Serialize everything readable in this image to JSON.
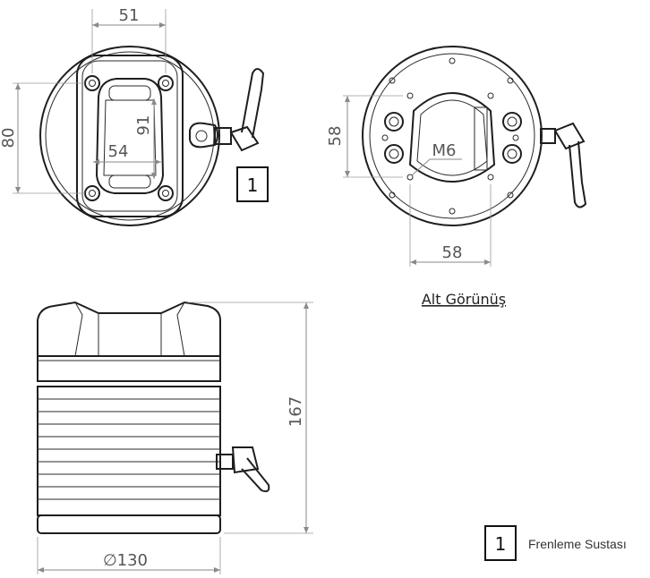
{
  "dimensions": {
    "top_width": "51",
    "top_height": "80",
    "top_inner_height": "91",
    "top_inner_width": "54",
    "bottom_vertical": "58",
    "bottom_horizontal": "58",
    "thread": "M6",
    "side_height": "167",
    "diameter": "∅130"
  },
  "captions": {
    "bottom_view": "Alt Görünüş"
  },
  "callouts": {
    "top_number": "1",
    "legend_number": "1",
    "legend_label": "Frenleme Sustası"
  }
}
